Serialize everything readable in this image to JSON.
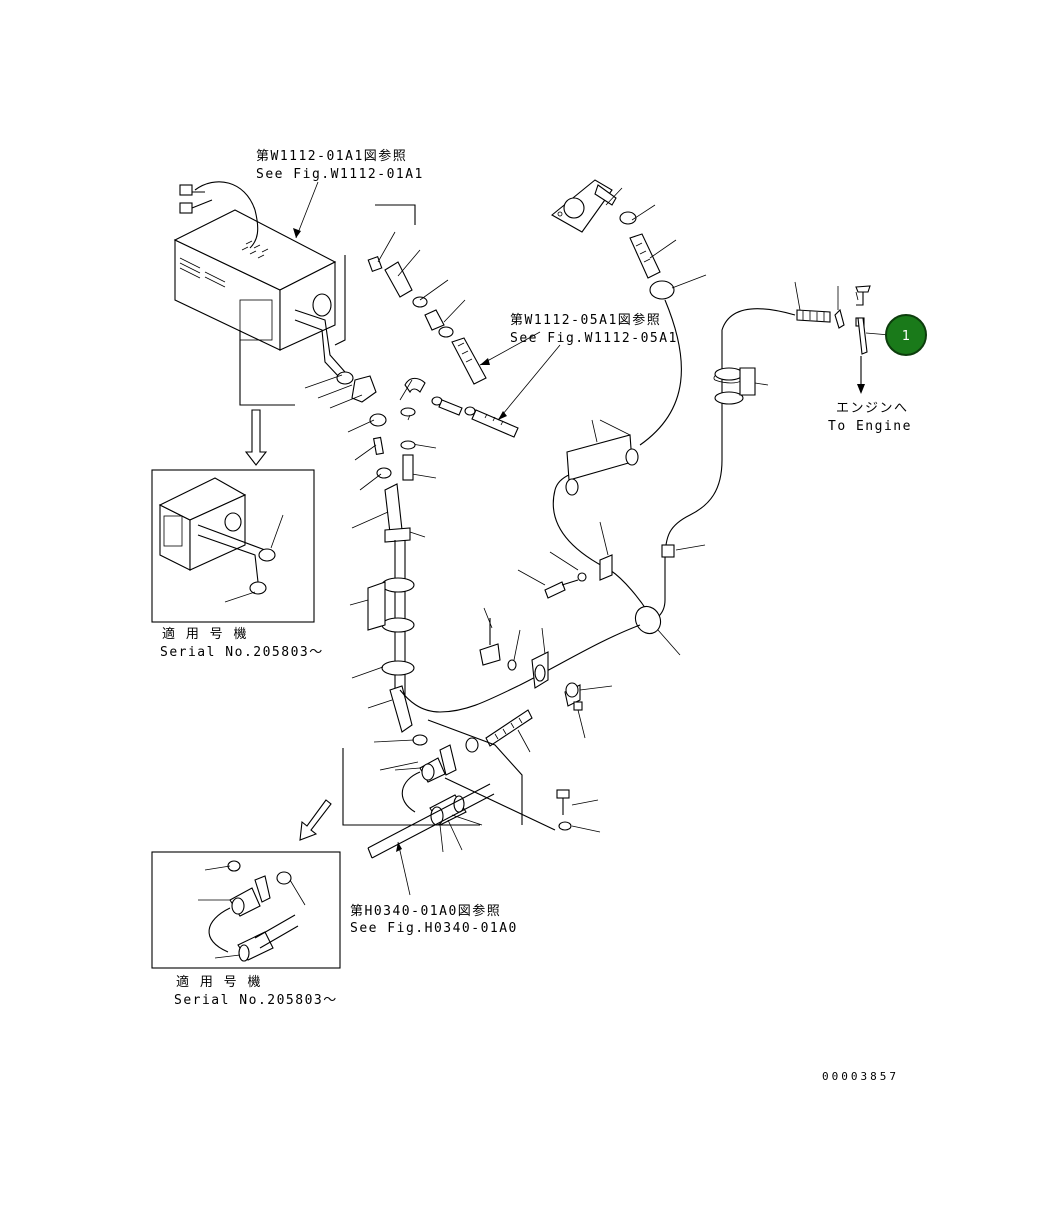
{
  "references": {
    "fig_w1112_01a1_jp": "第W1112-01A1図参照",
    "fig_w1112_01a1_en": "See Fig.W1112-01A1",
    "fig_w1112_05a1_jp": "第W1112-05A1図参照",
    "fig_w1112_05a1_en": "See Fig.W1112-05A1",
    "fig_h0340_01a0_jp": "第H0340-01A0図参照",
    "fig_h0340_01a0_en": "See Fig.H0340-01A0"
  },
  "engine_destination": {
    "jp": "エンジンへ",
    "en": "To Engine"
  },
  "inset_upper": {
    "applicable_jp": "適 用 号 機",
    "serial": "Serial No.205803～"
  },
  "inset_lower": {
    "applicable_jp": "適 用 号 機",
    "serial": "Serial No.205803～"
  },
  "callout": {
    "number": "1",
    "color": "#1a7a1a"
  },
  "drawing_id": "00003857"
}
